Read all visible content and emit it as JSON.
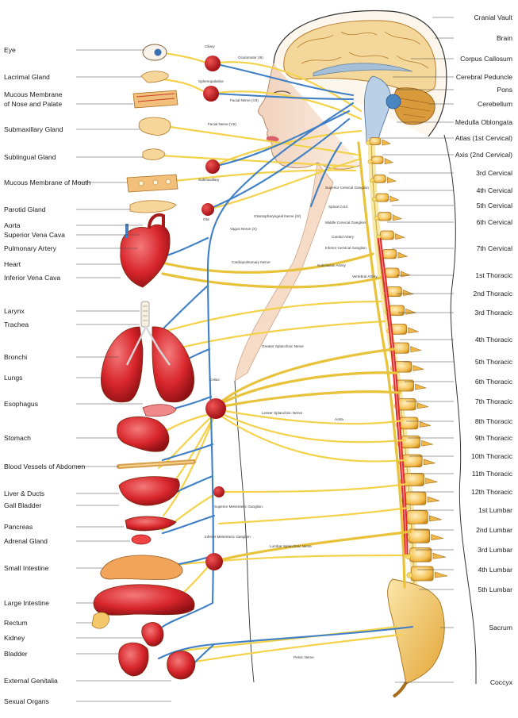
{
  "left_labels": [
    {
      "text": "Eye",
      "name": "label-eye"
    },
    {
      "text": "Lacrimal Gland",
      "name": "label-lacrimal-gland"
    },
    {
      "text": "Mucous Membrane",
      "name": "label-mucous-nose-1"
    },
    {
      "text": "of Nose and Palate",
      "name": "label-mucous-nose-2"
    },
    {
      "text": "Submaxillary Gland",
      "name": "label-submaxillary-gland"
    },
    {
      "text": "Sublingual Gland",
      "name": "label-sublingual-gland"
    },
    {
      "text": "Mucous Membrane of Mouth",
      "name": "label-mucous-mouth"
    },
    {
      "text": "Parotid Gland",
      "name": "label-parotid-gland"
    },
    {
      "text": "Aorta",
      "name": "label-aorta"
    },
    {
      "text": "Superior Vena Cava",
      "name": "label-superior-vena-cava"
    },
    {
      "text": "Pulmonary Artery",
      "name": "label-pulmonary-artery"
    },
    {
      "text": "Heart",
      "name": "label-heart"
    },
    {
      "text": "Inferior Vena Cava",
      "name": "label-inferior-vena-cava"
    },
    {
      "text": "Larynx",
      "name": "label-larynx"
    },
    {
      "text": "Trachea",
      "name": "label-trachea"
    },
    {
      "text": "Bronchi",
      "name": "label-bronchi"
    },
    {
      "text": "Lungs",
      "name": "label-lungs"
    },
    {
      "text": "Esophagus",
      "name": "label-esophagus"
    },
    {
      "text": "Stomach",
      "name": "label-stomach"
    },
    {
      "text": "Blood Vessels of Abdomen",
      "name": "label-blood-vessels-abdomen"
    },
    {
      "text": "Liver & Ducts",
      "name": "label-liver-ducts"
    },
    {
      "text": "Gall Bladder",
      "name": "label-gall-bladder"
    },
    {
      "text": "Pancreas",
      "name": "label-pancreas"
    },
    {
      "text": "Adrenal Gland",
      "name": "label-adrenal-gland"
    },
    {
      "text": "Small Intestine",
      "name": "label-small-intestine"
    },
    {
      "text": "Large Intestine",
      "name": "label-large-intestine"
    },
    {
      "text": "Rectum",
      "name": "label-rectum"
    },
    {
      "text": "Kidney",
      "name": "label-kidney"
    },
    {
      "text": "Bladder",
      "name": "label-bladder"
    },
    {
      "text": "External Genitalia",
      "name": "label-external-genitalia"
    },
    {
      "text": "Sexual Organs",
      "name": "label-sexual-organs"
    }
  ],
  "right_labels": [
    {
      "text": "Cranial Vault",
      "name": "label-cranial-vault"
    },
    {
      "text": "Brain",
      "name": "label-brain"
    },
    {
      "text": "Corpus Callosum",
      "name": "label-corpus-callosum"
    },
    {
      "text": "Cerebral Peduncle",
      "name": "label-cerebral-peduncle"
    },
    {
      "text": "Pons",
      "name": "label-pons"
    },
    {
      "text": "Cerebellum",
      "name": "label-cerebellum"
    },
    {
      "text": "Medulla Oblongata",
      "name": "label-medulla-oblongata"
    },
    {
      "text": "Atlas (1st Cervical)",
      "name": "label-atlas"
    },
    {
      "text": "Axis (2nd Cervical)",
      "name": "label-axis"
    },
    {
      "text": "3rd Cervical",
      "name": "label-cervical-3"
    },
    {
      "text": "4th Cervical",
      "name": "label-cervical-4"
    },
    {
      "text": "5th Cervical",
      "name": "label-cervical-5"
    },
    {
      "text": "6th Cervical",
      "name": "label-cervical-6"
    },
    {
      "text": "7th Cervical",
      "name": "label-cervical-7"
    },
    {
      "text": "1st Thoracic",
      "name": "label-thoracic-1"
    },
    {
      "text": "2nd Thoracic",
      "name": "label-thoracic-2"
    },
    {
      "text": "3rd Thoracic",
      "name": "label-thoracic-3"
    },
    {
      "text": "4th Thoracic",
      "name": "label-thoracic-4"
    },
    {
      "text": "5th Thoracic",
      "name": "label-thoracic-5"
    },
    {
      "text": "6th Thoracic",
      "name": "label-thoracic-6"
    },
    {
      "text": "7th Thoracic",
      "name": "label-thoracic-7"
    },
    {
      "text": "8th Thoracic",
      "name": "label-thoracic-8"
    },
    {
      "text": "9th Thoracic",
      "name": "label-thoracic-9"
    },
    {
      "text": "10th Thoracic",
      "name": "label-thoracic-10"
    },
    {
      "text": "11th Thoracic",
      "name": "label-thoracic-11"
    },
    {
      "text": "12th Thoracic",
      "name": "label-thoracic-12"
    },
    {
      "text": "1st Lumbar",
      "name": "label-lumbar-1"
    },
    {
      "text": "2nd Lumbar",
      "name": "label-lumbar-2"
    },
    {
      "text": "3rd Lumbar",
      "name": "label-lumbar-3"
    },
    {
      "text": "4th Lumbar",
      "name": "label-lumbar-4"
    },
    {
      "text": "5th Lumbar",
      "name": "label-lumbar-5"
    },
    {
      "text": "Sacrum",
      "name": "label-sacrum"
    },
    {
      "text": "Coccyx",
      "name": "label-coccyx"
    }
  ],
  "inner_labels": {
    "ciliary": "Ciliary",
    "oculomotor": "Oculomotor (III)",
    "sphenopalatine": "Sphenopalatine",
    "facial_nerve_vii": "Facial Nerve (VII)",
    "facial_nerve": "Facial Nerve (VII)",
    "submaxillary": "Submaxillary",
    "otic": "Otic",
    "glossopharyngeal": "Glossopharyngeal Nerve (IX)",
    "vagus": "Vagus Nerve (X)",
    "superior_cervical": "Superior Cervical Ganglion",
    "spinal_cord": "Spinal Cord",
    "middle_cervical": "Middle Cervical Ganglion",
    "carotid_artery": "Carotid Artery",
    "inferior_cervical": "Inferior Cervical Ganglion",
    "subclavian_artery": "Subclavian Artery",
    "vertebral_artery": "Vertebral Artery",
    "cardiopulmonary": "Cardiopulmonary Nerve",
    "greater_splanchnic": "Greater Splanchnic Nerve",
    "celiac": "Celiac",
    "lesser_splanchnic": "Lesser Splanchnic Nerve",
    "aorta": "Aorta",
    "superior_mesenteric": "Superior Mesenteric Ganglion",
    "inferior_mesenteric": "Inferior Mesenteric Ganglion",
    "lumbar_splanchnic": "Lumbar Splanchnic Nerve",
    "pelvic": "Pelvic Nerve"
  },
  "colors": {
    "sympathetic_nerve": "#f3d24a",
    "parasympathetic_nerve": "#3f7fc6",
    "ganglion": "#c8171b",
    "organ": "#d32128",
    "vertebra": "#f6c45a",
    "skin": "#f7e3cf",
    "brain": "#f4d79a"
  }
}
